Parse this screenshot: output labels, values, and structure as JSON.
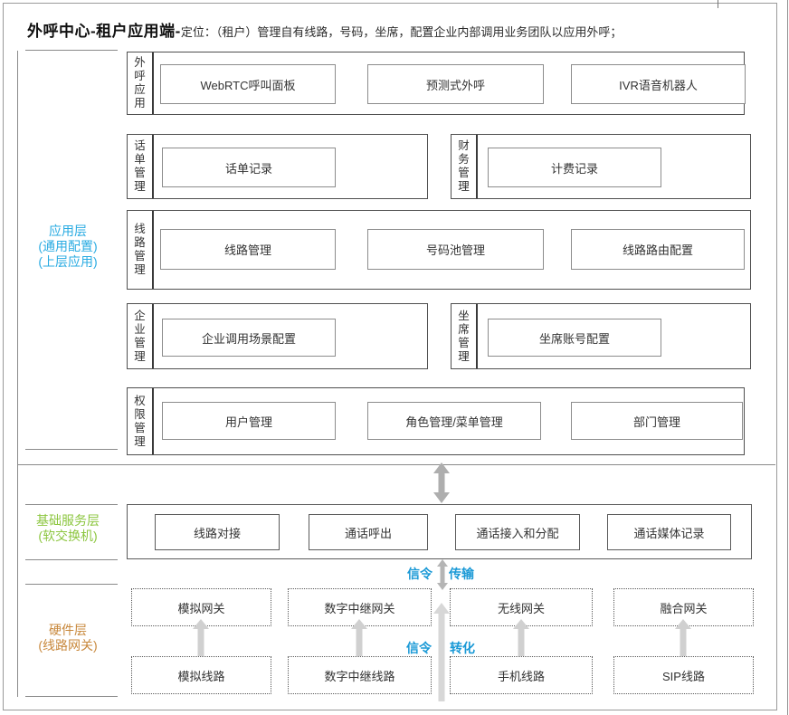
{
  "title": {
    "brand": "外呼中心-租户应用端-",
    "desc": "定位：（租户）管理自有线路，号码，坐席，配置企业内部调用业务团队以应用外呼；"
  },
  "layers": {
    "app": {
      "lines": [
        "应用层",
        "(通用配置)",
        "(上层应用)"
      ],
      "color": "#29ABE2"
    },
    "base": {
      "lines": [
        "基础服务层",
        "(软交换机)"
      ],
      "color": "#8CC63F"
    },
    "hw": {
      "lines": [
        "硬件层",
        "(线路网关)"
      ],
      "color": "#C8883C"
    }
  },
  "app_section": {
    "rows": [
      {
        "groups": [
          {
            "label": "外呼应用",
            "boxes": [
              "WebRTC呼叫面板",
              "预测式外呼",
              "IVR语音机器人"
            ]
          }
        ]
      },
      {
        "groups": [
          {
            "label": "话单管理",
            "boxes": [
              "话单记录"
            ]
          },
          {
            "label": "财务管理",
            "boxes": [
              "计费记录"
            ]
          }
        ]
      },
      {
        "groups": [
          {
            "label": "线路管理",
            "boxes": [
              "线路管理",
              "号码池管理",
              "线路路由配置"
            ]
          }
        ]
      },
      {
        "groups": [
          {
            "label": "企业管理",
            "boxes": [
              "企业调用场景配置"
            ]
          },
          {
            "label": "坐席管理",
            "boxes": [
              "坐席账号配置"
            ]
          }
        ]
      },
      {
        "groups": [
          {
            "label": "权限管理",
            "boxes": [
              "用户管理",
              "角色管理/菜单管理",
              "部门管理"
            ]
          }
        ]
      }
    ]
  },
  "base_section": {
    "boxes": [
      "线路对接",
      "通话呼出",
      "通话接入和分配",
      "通话媒体记录"
    ]
  },
  "hw_section": {
    "gateways": [
      "模拟网关",
      "数字中继网关",
      "无线网关",
      "融合网关"
    ],
    "lines": [
      "模拟线路",
      "数字中继线路",
      "手机线路",
      "SIP线路"
    ]
  },
  "annotations": {
    "transfer_left": "信令",
    "transfer_right": "传输",
    "convert_left": "信令",
    "convert_right": "转化",
    "color": "#1A99D6"
  }
}
